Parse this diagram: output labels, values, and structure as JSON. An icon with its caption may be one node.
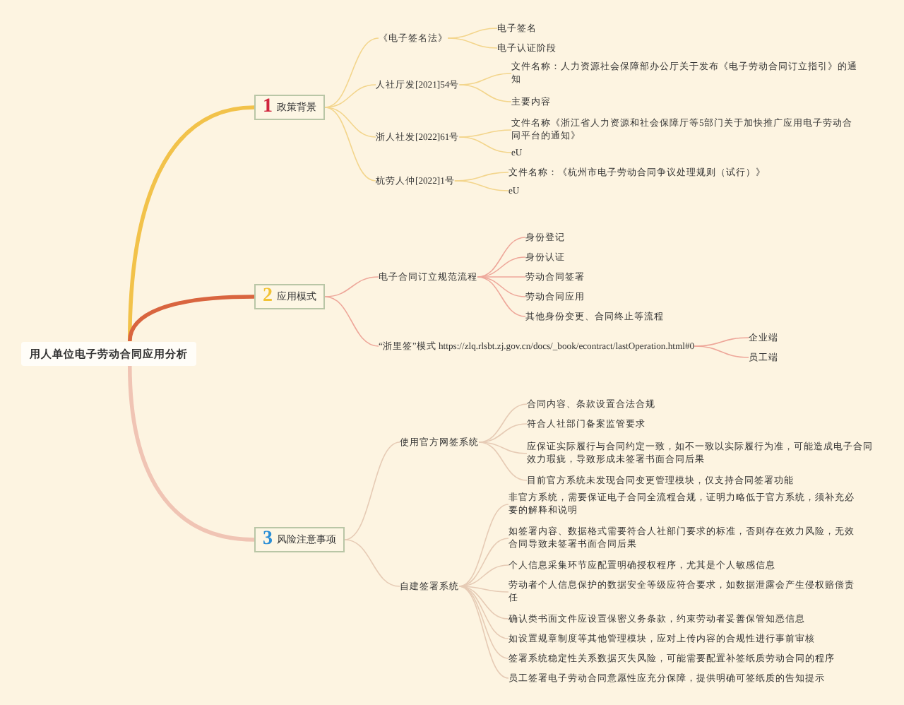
{
  "diagram": {
    "nodes": [
      {
        "text": [
          "用人单位电子劳动合同应用分析"
        ]
      },
      {
        "text": [
          "1",
          "政策背景"
        ]
      },
      {
        "text": [
          "2",
          "应用模式"
        ]
      },
      {
        "text": [
          "3",
          "风险注意事项"
        ]
      },
      {
        "text": [
          "《电子签名法》"
        ]
      },
      {
        "text": [
          "电子签名"
        ]
      },
      {
        "text": [
          "电子认证阶段"
        ]
      },
      {
        "text": [
          "人社厅发[2021]54号"
        ]
      },
      {
        "text": [
          "文件名称：人力资源社会保障部办公厅关于发布《电子劳动合同订立指引》的通知"
        ]
      },
      {
        "text": [
          "主要内容"
        ]
      },
      {
        "text": [
          "浙人社发[2022]61号"
        ]
      },
      {
        "text": [
          "文件名称《浙江省人力资源和社会保障厅等5部门关于加快推广应用电子劳动合同平台的通知》"
        ]
      },
      {
        "text": [
          "eU"
        ]
      },
      {
        "text": [
          "杭劳人仲[2022]1号"
        ]
      },
      {
        "text": [
          "文件名称：《杭州市电子劳动合同争议处理规则（试行）》"
        ]
      },
      {
        "text": [
          "eU"
        ]
      },
      {
        "text": [
          "电子合同订立规范流程"
        ]
      },
      {
        "text": [
          "身份登记"
        ]
      },
      {
        "text": [
          "身份认证"
        ]
      },
      {
        "text": [
          "劳动合同签署"
        ]
      },
      {
        "text": [
          "劳动合同应用"
        ]
      },
      {
        "text": [
          "其他身份变更、合同终止等流程"
        ]
      },
      {
        "text": [
          "“浙里签”模式 https://zlq.rlsbt.zj.gov.cn/docs/_book/econtract/lastOperation.html#0"
        ]
      },
      {
        "text": [
          "企业端"
        ]
      },
      {
        "text": [
          "员工端"
        ]
      },
      {
        "text": [
          "使用官方网签系统"
        ]
      },
      {
        "text": [
          "合同内容、条款设置合法合规"
        ]
      },
      {
        "text": [
          "符合人社部门备案监管要求"
        ]
      },
      {
        "text": [
          "应保证实际履行与合同约定一致，如不一致以实际履行为准，可能造成电子合同效力瑕疵，导致形成未签署书面合同后果"
        ]
      },
      {
        "text": [
          "目前官方系统未发现合同变更管理模块，仅支持合同签署功能"
        ]
      },
      {
        "text": [
          "自建签署系统"
        ]
      },
      {
        "text": [
          "非官方系统，需要保证电子合同全流程合规，证明力略低于官方系统，须补充必要的解释和说明"
        ]
      },
      {
        "text": [
          "如签署内容、数据格式需要符合人社部门要求的标准，否则存在效力风险，无效合同导致未签署书面合同后果"
        ]
      },
      {
        "text": [
          "个人信息采集环节应配置明确授权程序，尤其是个人敏感信息"
        ]
      },
      {
        "text": [
          "劳动者个人信息保护的数据安全等级应符合要求，如数据泄露会产生侵权赔偿责任"
        ]
      },
      {
        "text": [
          "确认类书面文件应设置保密义务条款，约束劳动者妥善保管知悉信息"
        ]
      },
      {
        "text": [
          "如设置规章制度等其他管理模块，应对上传内容的合规性进行事前审核"
        ]
      },
      {
        "text": [
          "签署系统稳定性关系数据灭失风险，可能需要配置补签纸质劳动合同的程序"
        ]
      },
      {
        "text": [
          "员工签署电子劳动合同意愿性应充分保障，提供明确可签纸质的告知提示"
        ]
      }
    ],
    "edges": [
      {
        "from": 0,
        "to": 1,
        "arrow": "none",
        "style": "thick",
        "color": "#f2c24a"
      },
      {
        "from": 0,
        "to": 2,
        "arrow": "none",
        "style": "thick",
        "color": "#d9653f"
      },
      {
        "from": 0,
        "to": 3,
        "arrow": "none",
        "style": "thick",
        "color": "#f0c4b4"
      },
      {
        "from": 1,
        "to": 4,
        "arrow": "none",
        "color": "#f3d58c"
      },
      {
        "from": 4,
        "to": 5,
        "arrow": "none",
        "color": "#f3d58c"
      },
      {
        "from": 4,
        "to": 6,
        "arrow": "none",
        "color": "#f3d58c"
      },
      {
        "from": 1,
        "to": 7,
        "arrow": "none",
        "color": "#f3d58c"
      },
      {
        "from": 7,
        "to": 8,
        "arrow": "none",
        "color": "#f3d58c"
      },
      {
        "from": 7,
        "to": 9,
        "arrow": "none",
        "color": "#f3d58c"
      },
      {
        "from": 1,
        "to": 10,
        "arrow": "none",
        "color": "#f3d58c"
      },
      {
        "from": 10,
        "to": 11,
        "arrow": "none",
        "color": "#f3d58c"
      },
      {
        "from": 10,
        "to": 12,
        "arrow": "none",
        "color": "#f3d58c"
      },
      {
        "from": 1,
        "to": 13,
        "arrow": "none",
        "color": "#f3d58c"
      },
      {
        "from": 13,
        "to": 14,
        "arrow": "none",
        "color": "#f3d58c"
      },
      {
        "from": 13,
        "to": 15,
        "arrow": "none",
        "color": "#f3d58c"
      },
      {
        "from": 2,
        "to": 16,
        "arrow": "none",
        "color": "#eea79a"
      },
      {
        "from": 16,
        "to": 17,
        "arrow": "none",
        "color": "#eea79a"
      },
      {
        "from": 16,
        "to": 18,
        "arrow": "none",
        "color": "#eea79a"
      },
      {
        "from": 16,
        "to": 19,
        "arrow": "none",
        "color": "#eea79a"
      },
      {
        "from": 16,
        "to": 20,
        "arrow": "none",
        "color": "#eea79a"
      },
      {
        "from": 16,
        "to": 21,
        "arrow": "none",
        "color": "#eea79a"
      },
      {
        "from": 2,
        "to": 22,
        "arrow": "none",
        "color": "#eea79a"
      },
      {
        "from": 22,
        "to": 23,
        "arrow": "none",
        "color": "#eea79a"
      },
      {
        "from": 22,
        "to": 24,
        "arrow": "none",
        "color": "#eea79a"
      },
      {
        "from": 3,
        "to": 25,
        "arrow": "none",
        "color": "#e6cbb5"
      },
      {
        "from": 25,
        "to": 26,
        "arrow": "none",
        "color": "#e6cbb5"
      },
      {
        "from": 25,
        "to": 27,
        "arrow": "none",
        "color": "#e6cbb5"
      },
      {
        "from": 25,
        "to": 28,
        "arrow": "none",
        "color": "#e6cbb5"
      },
      {
        "from": 25,
        "to": 29,
        "arrow": "none",
        "color": "#e6cbb5"
      },
      {
        "from": 3,
        "to": 30,
        "arrow": "none",
        "color": "#e6cbb5"
      },
      {
        "from": 30,
        "to": 31,
        "arrow": "none",
        "color": "#e6cbb5"
      },
      {
        "from": 30,
        "to": 32,
        "arrow": "none",
        "color": "#e6cbb5"
      },
      {
        "from": 30,
        "to": 33,
        "arrow": "none",
        "color": "#e6cbb5"
      },
      {
        "from": 30,
        "to": 34,
        "arrow": "none",
        "color": "#e6cbb5"
      },
      {
        "from": 30,
        "to": 35,
        "arrow": "none",
        "color": "#e6cbb5"
      },
      {
        "from": 30,
        "to": 36,
        "arrow": "none",
        "color": "#e6cbb5"
      },
      {
        "from": 30,
        "to": 37,
        "arrow": "none",
        "color": "#e6cbb5"
      },
      {
        "from": 30,
        "to": 38,
        "arrow": "none",
        "color": "#e6cbb5"
      }
    ]
  }
}
